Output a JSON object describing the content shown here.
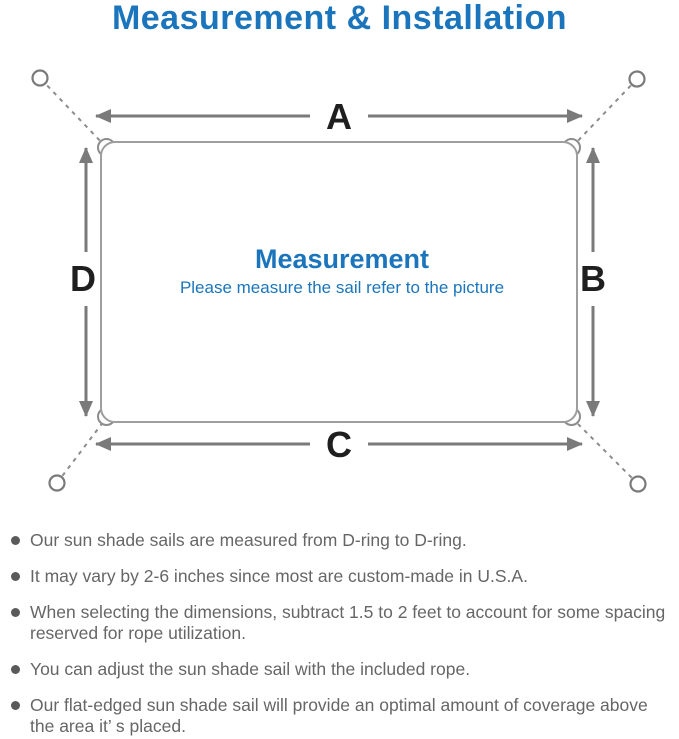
{
  "title": "Measurement & Installation",
  "colors": {
    "accent_blue": "#1b75bc",
    "body_text_gray": "#666666",
    "line_gray": "#7a7a7a",
    "label_black": "#1f1f1f"
  },
  "diagram": {
    "labels": {
      "top": "A",
      "right": "B",
      "bottom": "C",
      "left": "D"
    },
    "center_heading": "Measurement",
    "center_subtitle": "Please measure the sail refer to the picture"
  },
  "notes": [
    {
      "text": "Our sun shade sails are measured from D-ring to D-ring."
    },
    {
      "text": "It may vary by 2-6 inches since most are custom-made in U.S.A."
    },
    {
      "text": "When selecting the dimensions, subtract 1.5 to 2 feet to account for some spacing reserved for rope utilization."
    },
    {
      "text": "You can adjust the sun shade sail with the included rope."
    },
    {
      "text": "Our flat-edged sun shade sail will provide an optimal amount of coverage above the area it’ s placed."
    }
  ]
}
